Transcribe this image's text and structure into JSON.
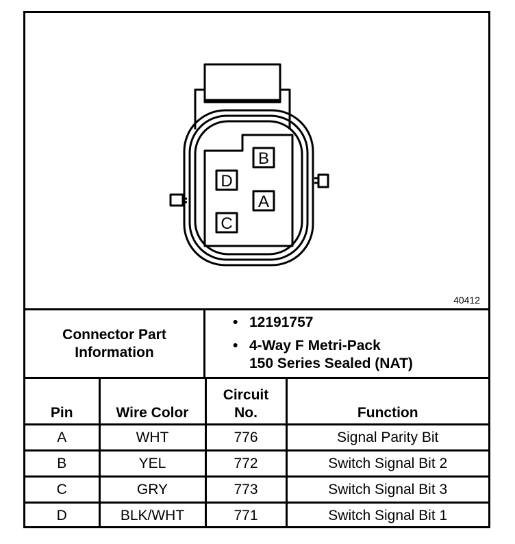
{
  "figure_number": "40412",
  "connector_info": {
    "label": "Connector Part\nInformation",
    "bullet": "•",
    "part_number": "12191757",
    "description_line1": "4-Way F Metri-Pack",
    "description_line2": "150 Series Sealed (NAT)"
  },
  "pin_labels": [
    "B",
    "D",
    "A",
    "C"
  ],
  "table": {
    "headers": [
      "Pin",
      "Wire Color",
      "Circuit\nNo.",
      "Function"
    ],
    "rows": [
      [
        "A",
        "WHT",
        "776",
        "Signal Parity Bit"
      ],
      [
        "B",
        "YEL",
        "772",
        "Switch Signal Bit 2"
      ],
      [
        "C",
        "GRY",
        "773",
        "Switch Signal Bit 3"
      ],
      [
        "D",
        "BLK/WHT",
        "771",
        "Switch Signal Bit 1"
      ]
    ]
  }
}
